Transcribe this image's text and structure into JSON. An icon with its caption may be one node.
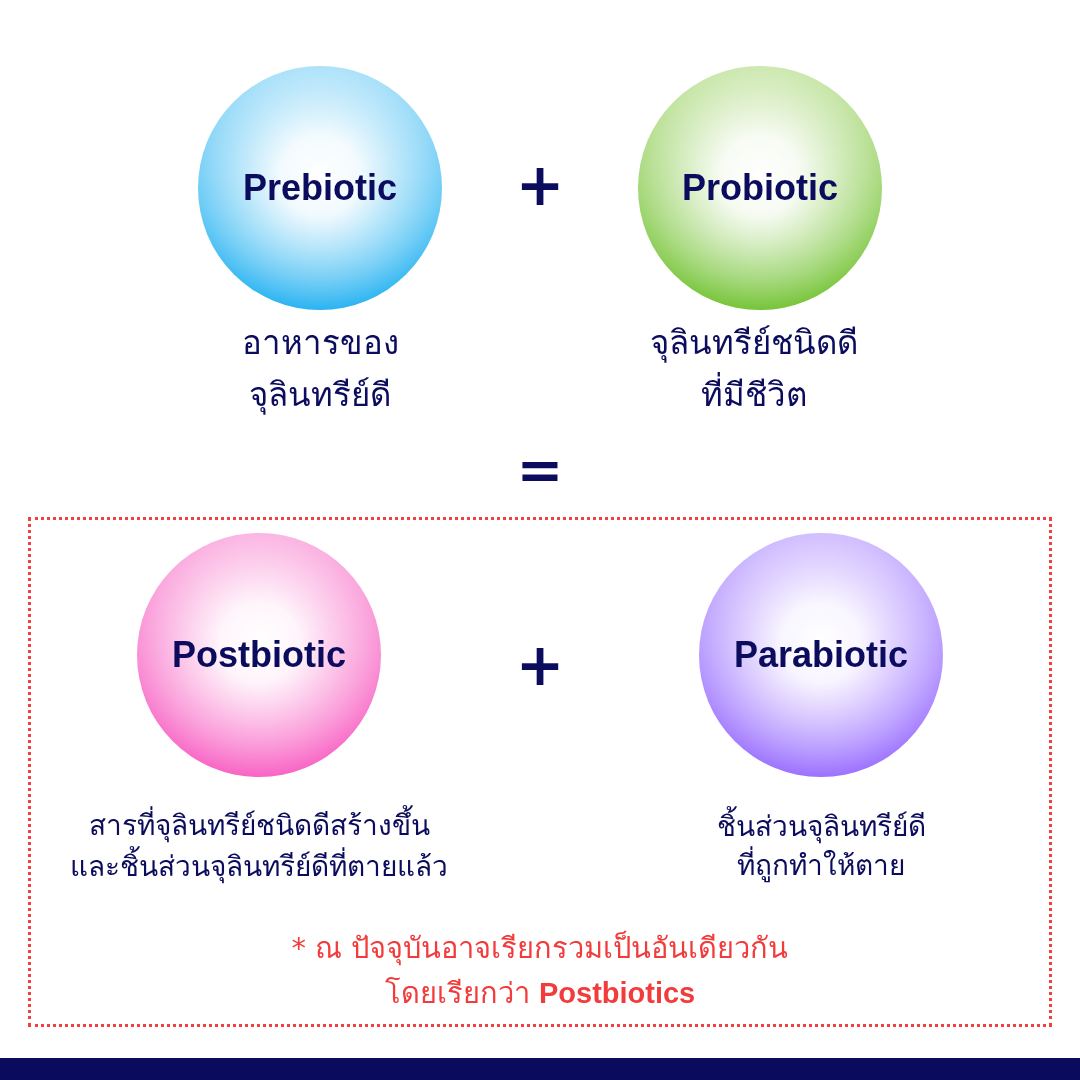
{
  "diagram": {
    "nodes": [
      {
        "text": [
          "Prebiotic"
        ],
        "beside": [
          "อาหารของจุลินทรีย์ดี"
        ]
      },
      {
        "text": [
          "Probiotic"
        ],
        "beside": [
          "จุลินทรีย์ชนิดดีที่มีชีวิต"
        ]
      },
      {
        "text": [
          "* ณ ปัจจุบันอาจเรียกรวมเป็นอันเดียวกันโดยเรียกว่า **Postbiotics**"
        ]
      },
      {
        "text": [
          "Postbiotic"
        ],
        "in": 2,
        "beside": [
          "สารที่จุลินทรีย์ชนิดดีสร้างขึ้นและชิ้นส่วนจุลินทรีย์ดีที่ตายแล้ว"
        ]
      },
      {
        "text": [
          "Parabiotic"
        ],
        "in": 2,
        "beside": [
          "ชิ้นส่วนจุลินทรีย์ดีที่ถูกทำให้ตาย"
        ]
      }
    ],
    "labels": [
      "+",
      "=",
      "+"
    ]
  }
}
